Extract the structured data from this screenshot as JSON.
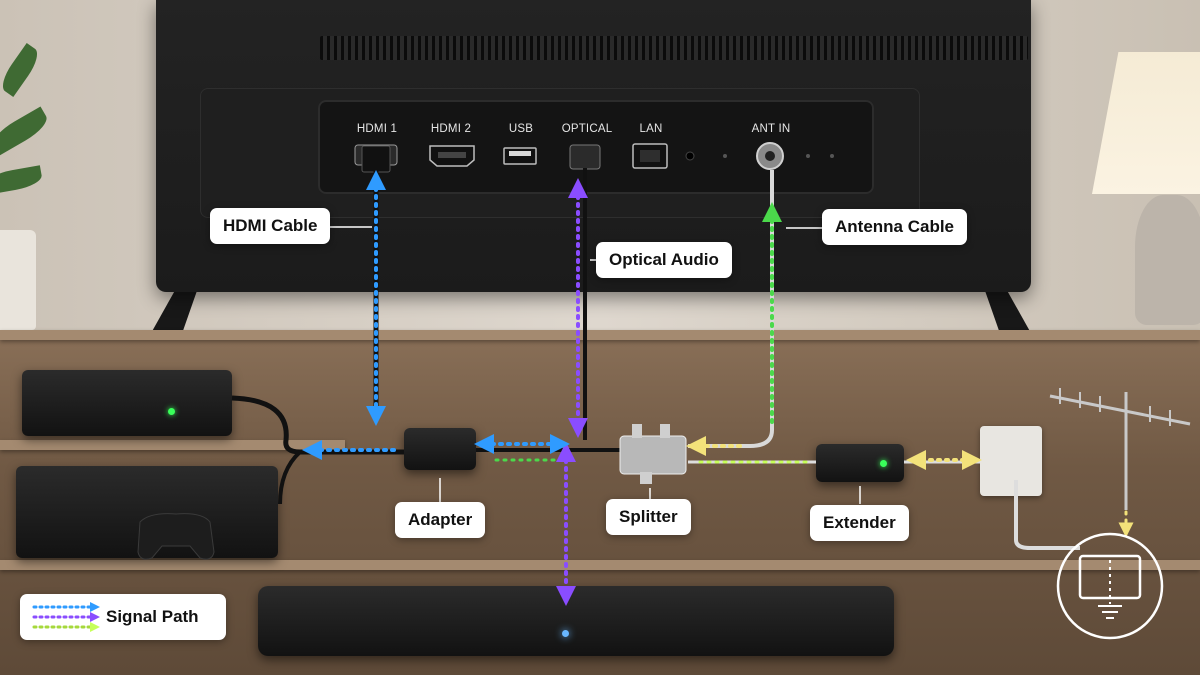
{
  "tv": {
    "ports": [
      {
        "label": "HDMI 1"
      },
      {
        "label": "HDMI 2"
      },
      {
        "label": "USB"
      },
      {
        "label": "OPTICAL"
      },
      {
        "label": "LAN"
      },
      {
        "label": "ANT IN"
      }
    ]
  },
  "callouts": {
    "hdmi_cable": "HDMI Cable",
    "optical_audio": "Optical Audio",
    "antenna_cable": "Antenna Cable",
    "adapter": "Adapter",
    "splitter": "Splitter",
    "extender": "Extender"
  },
  "legend": {
    "label": "Signal Path",
    "colors": [
      "#2f9bff",
      "#8a4dff",
      "#c6ff59"
    ]
  },
  "signal_colors": {
    "hdmi": "#2f9bff",
    "optical": "#8a4dff",
    "antenna": "#4bd94b",
    "coax": "#f3e27a"
  },
  "icons": {
    "legend_icon": "signal-path-arrows-icon",
    "antenna_icon": "tv-antenna-icon",
    "ground_badge": "antenna-ground-diagram-icon"
  }
}
